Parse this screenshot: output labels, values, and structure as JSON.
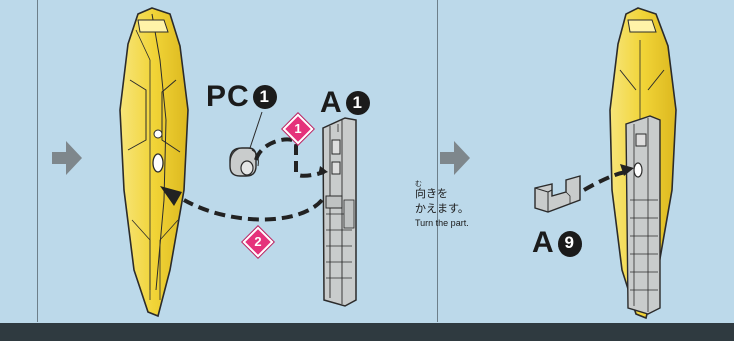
{
  "labels": {
    "pc_part": "PC",
    "pc_number": "1",
    "a_part_left": "A",
    "a_number_left": "1",
    "a_part_right": "A",
    "a_number_right": "9"
  },
  "steps": {
    "step1": "1",
    "step2": "2"
  },
  "note": {
    "ruby": "む",
    "line1": "向きを",
    "line2": "かえます。",
    "english": "Turn the part."
  },
  "colors": {
    "background": "#bcd9ea",
    "part_yellow": "#f3d84a",
    "part_gray": "#c9cccc",
    "step_badge": "#e5327b"
  },
  "icons": {
    "flow_arrows": "right-arrow-icon"
  }
}
